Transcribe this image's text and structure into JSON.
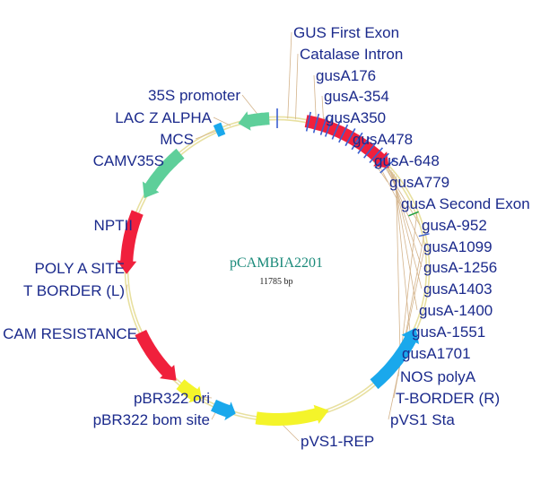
{
  "plasmid": {
    "name": "pCAMBIA2201",
    "size": "11785 bp"
  },
  "colors": {
    "backbone": "#e8e0a0",
    "red": "#f0203c",
    "green": "#5ecf9a",
    "blue": "#1aa8ec",
    "yellow": "#f4f42a",
    "tick": "#3a5fd0",
    "label": "#1b2a8c",
    "leader": "#d4b48c"
  },
  "labels": [
    "GUS First Exon",
    "Catalase Intron",
    "gusA176",
    "gusA-354",
    "gusA350",
    "gusA478",
    "gusA-648",
    "gusA779",
    "gusA Second Exon",
    "gusA-952",
    "gusA1099",
    "gusA-1256",
    "gusA1403",
    "gusA-1400",
    "gusA-1551",
    "gusA1701",
    "NOS polyA",
    "T-BORDER (R)",
    "pVS1 Sta",
    "pVS1-REP",
    "pBR322 bom site",
    "pBR322 ori",
    "CAM RESISTANCE",
    "T BORDER (L)",
    "POLY A SITE",
    "NPTII",
    "CAMV35S",
    "MCS",
    "LAC Z ALPHA",
    "35S promoter"
  ]
}
